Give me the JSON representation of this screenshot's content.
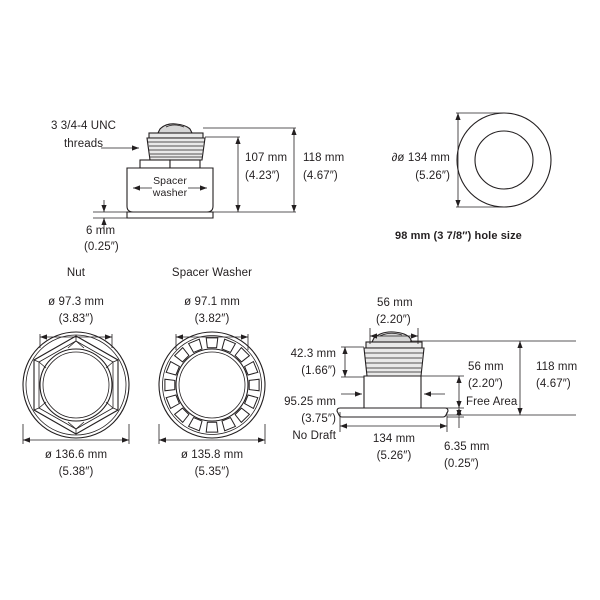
{
  "document": {
    "type": "technical-dimension-drawing",
    "subject": "Thru-hull transducer with nut and spacer washer",
    "background_color": "#ffffff",
    "line_color": "#231f20"
  },
  "views": {
    "top_left_side_view": {
      "name": "transducer-side-view-with-spacer",
      "callout_threads": "3 3/4-4 UNC\nthreads",
      "callout_threads_line1": "3 3/4-4 UNC",
      "callout_threads_line2": "threads",
      "spacer_label_line1": "Spacer",
      "spacer_label_line2": "washer",
      "dim_height_inner_mm": "107 mm",
      "dim_height_inner_in": "(4.23″)",
      "dim_height_outer_mm": "118 mm",
      "dim_height_outer_in": "(4.67″)",
      "dim_bottom_mm": "6 mm",
      "dim_bottom_in": "(0.25″)"
    },
    "top_right_hole_view": {
      "name": "hull-hole-top-view",
      "dim_diameter_mm": "∂ø 134 mm",
      "dim_diameter_in": "(5.26″)",
      "hole_size_note": "98 mm (3 7/8″) hole size"
    },
    "bottom_left_nut_view": {
      "name": "nut-top-view",
      "title": "Nut",
      "dim_inner_mm": "ø 97.3 mm",
      "dim_inner_in": "(3.83″)",
      "dim_outer_mm": "ø 136.6 mm",
      "dim_outer_in": "(5.38″)"
    },
    "bottom_mid_spacer_view": {
      "name": "spacer-washer-top-view",
      "title": "Spacer Washer",
      "dim_inner_mm": "ø 97.1 mm",
      "dim_inner_in": "(3.82″)",
      "dim_outer_mm": "ø 135.8 mm",
      "dim_outer_in": "(5.35″)"
    },
    "bottom_right_assembly_view": {
      "name": "transducer-assembly-section-view",
      "dim_top_width_mm": "56 mm",
      "dim_top_width_in": "(2.20″)",
      "dim_thread_len_mm": "42.3 mm",
      "dim_thread_len_in": "(1.66″)",
      "dim_no_draft_mm": "95.25 mm",
      "dim_no_draft_in": "(3.75″)",
      "dim_no_draft_note": "No Draft",
      "dim_base_width_mm": "134 mm",
      "dim_base_width_in": "(5.26″)",
      "dim_free_area_mm": "56 mm",
      "dim_free_area_in": "(2.20″)",
      "dim_free_area_note": "Free Area",
      "dim_flange_mm": "6.35 mm",
      "dim_flange_in": "(0.25″)",
      "dim_total_height_mm": "118 mm",
      "dim_total_height_in": "(4.67″)"
    }
  }
}
